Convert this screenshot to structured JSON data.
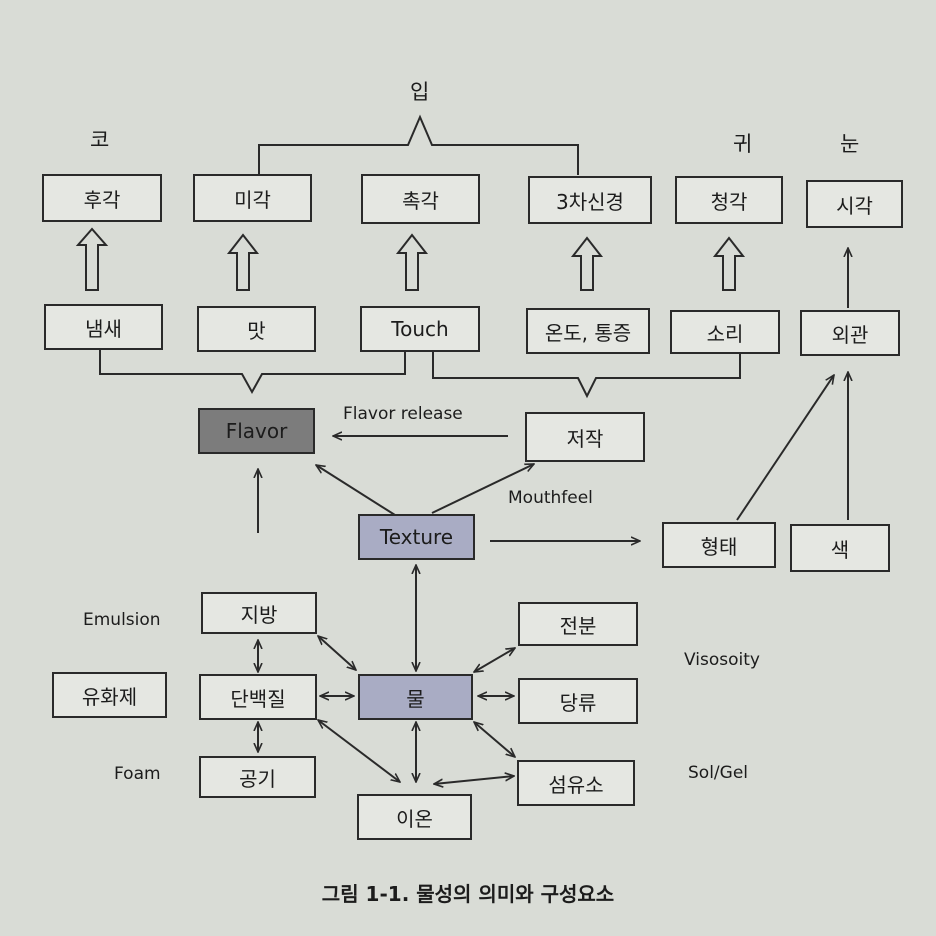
{
  "senses": {
    "mouth": "입",
    "nose": "코",
    "ear": "귀",
    "eye": "눈"
  },
  "receptors": {
    "smell": "후각",
    "taste": "미각",
    "touch": "촉각",
    "trigeminal": "3차신경",
    "hearing": "청각",
    "sight": "시각"
  },
  "stimuli": {
    "odor": "냄새",
    "taste": "맛",
    "touch": "Touch",
    "temp_pain": "온도, 통증",
    "sound": "소리",
    "appearance": "외관"
  },
  "core": {
    "flavor": "Flavor",
    "chewing": "저작",
    "texture": "Texture",
    "shape": "형태",
    "color": "색"
  },
  "components": {
    "fat": "지방",
    "protein": "단백질",
    "air": "공기",
    "emulsifier": "유화제",
    "water": "물",
    "starch": "전분",
    "sugar": "당류",
    "fiber": "섬유소",
    "ion": "이온"
  },
  "annotations": {
    "flavor_release": "Flavor release",
    "mouthfeel": "Mouthfeel",
    "emulsion": "Emulsion",
    "foam": "Foam",
    "viscosity": "Visosoity",
    "solgel": "Sol/Gel"
  },
  "caption": "그림 1-1. 물성의 의미와 구성요소",
  "colors": {
    "flavor_fill": "#7c7c7c",
    "texture_fill": "#a9acc4",
    "line": "#2a2a2a"
  }
}
